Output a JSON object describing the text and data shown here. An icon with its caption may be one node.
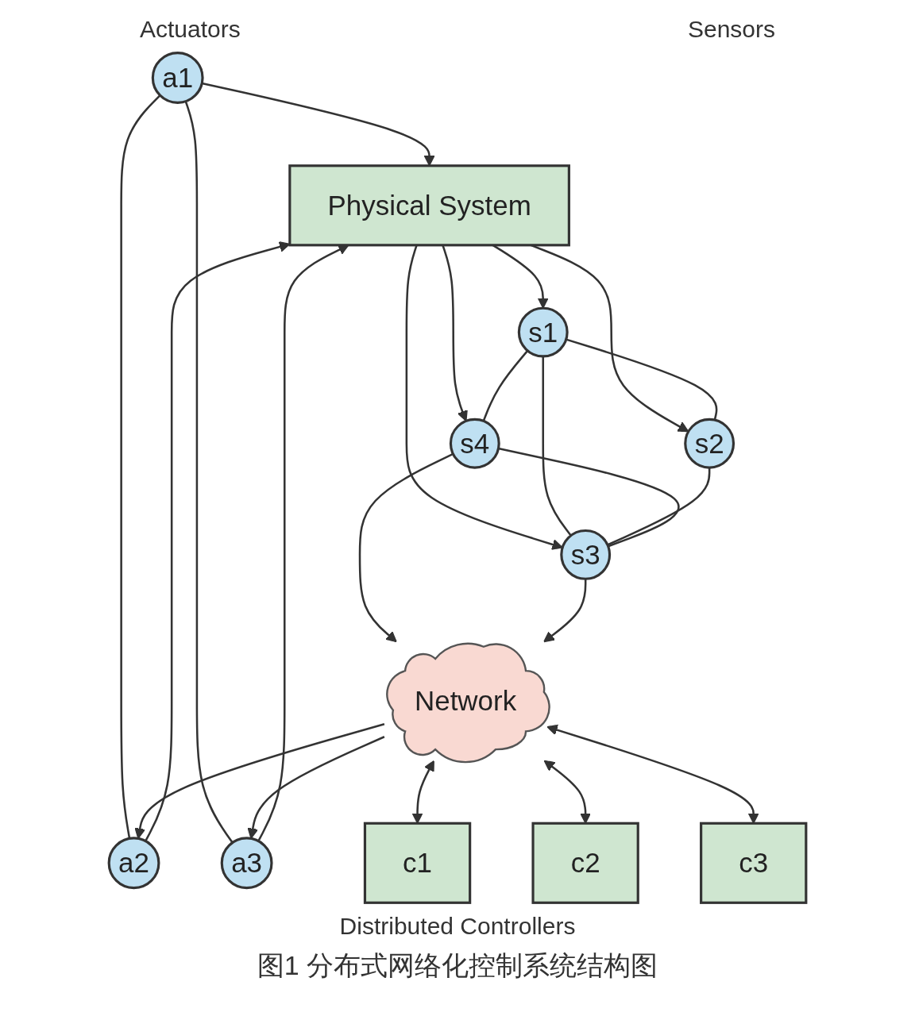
{
  "diagram": {
    "caption": "图1 分布式网络化控制系统结构图",
    "nodes": [
      {
        "text": [
          "Physical System"
        ]
      },
      {
        "text": [
          "a1"
        ]
      },
      {
        "text": [
          "a2"
        ]
      },
      {
        "text": [
          "a3"
        ]
      },
      {
        "text": [
          "s1"
        ]
      },
      {
        "text": [
          "s2"
        ]
      },
      {
        "text": [
          "s3"
        ]
      },
      {
        "text": [
          "s4"
        ]
      },
      {
        "text": [
          "Network"
        ]
      },
      {
        "text": [
          "c1"
        ]
      },
      {
        "text": [
          "c2"
        ]
      },
      {
        "text": [
          "c3"
        ]
      }
    ],
    "edges": [
      {
        "from": 1,
        "to": 0,
        "arrow": "to"
      },
      {
        "from": 2,
        "to": 0,
        "arrow": "to"
      },
      {
        "from": 3,
        "to": 0,
        "arrow": "to"
      },
      {
        "from": 1,
        "to": 2,
        "arrow": "none"
      },
      {
        "from": 1,
        "to": 3,
        "arrow": "none"
      },
      {
        "from": 0,
        "to": 4,
        "arrow": "to"
      },
      {
        "from": 0,
        "to": 5,
        "arrow": "to"
      },
      {
        "from": 0,
        "to": 6,
        "arrow": "to"
      },
      {
        "from": 0,
        "to": 7,
        "arrow": "to"
      },
      {
        "from": 4,
        "to": 5,
        "arrow": "none"
      },
      {
        "from": 4,
        "to": 6,
        "arrow": "none"
      },
      {
        "from": 4,
        "to": 7,
        "arrow": "none"
      },
      {
        "from": 5,
        "to": 6,
        "arrow": "none"
      },
      {
        "from": 7,
        "to": 6,
        "arrow": "none"
      },
      {
        "from": 8,
        "to": 2,
        "arrow": "to"
      },
      {
        "from": 8,
        "to": 3,
        "arrow": "to"
      },
      {
        "from": 7,
        "to": 8,
        "arrow": "to"
      },
      {
        "from": 6,
        "to": 8,
        "arrow": "to"
      },
      {
        "from": 9,
        "to": 8,
        "arrow": "both"
      },
      {
        "from": 10,
        "to": 8,
        "arrow": "both"
      },
      {
        "from": 11,
        "to": 8,
        "arrow": "both"
      }
    ],
    "labels": [
      "Actuators",
      "Sensors",
      "Distributed Controllers"
    ]
  }
}
